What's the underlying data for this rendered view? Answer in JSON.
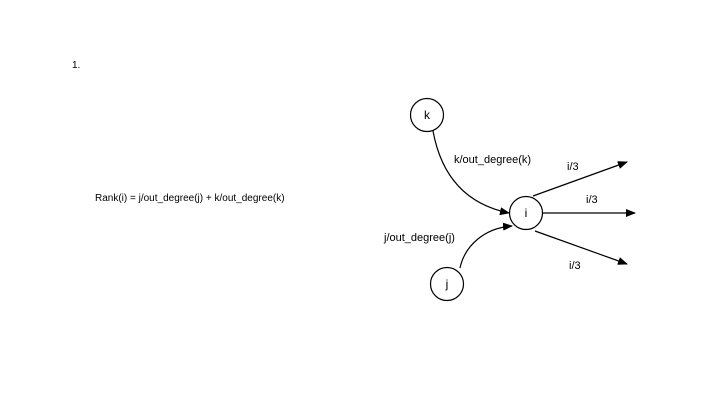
{
  "slide": {
    "item_number": "1.",
    "formula": "Rank(i) = j/out_degree(j) + k/out_degree(k)"
  },
  "diagram": {
    "nodes": {
      "k": "k",
      "i": "i",
      "j": "j"
    },
    "edges": {
      "k_to_i": "k/out_degree(k)",
      "j_to_i": "j/out_degree(j)",
      "i_out_top": "i/3",
      "i_out_middle": "i/3",
      "i_out_bottom": "i/3"
    },
    "line_color": "#000000"
  }
}
